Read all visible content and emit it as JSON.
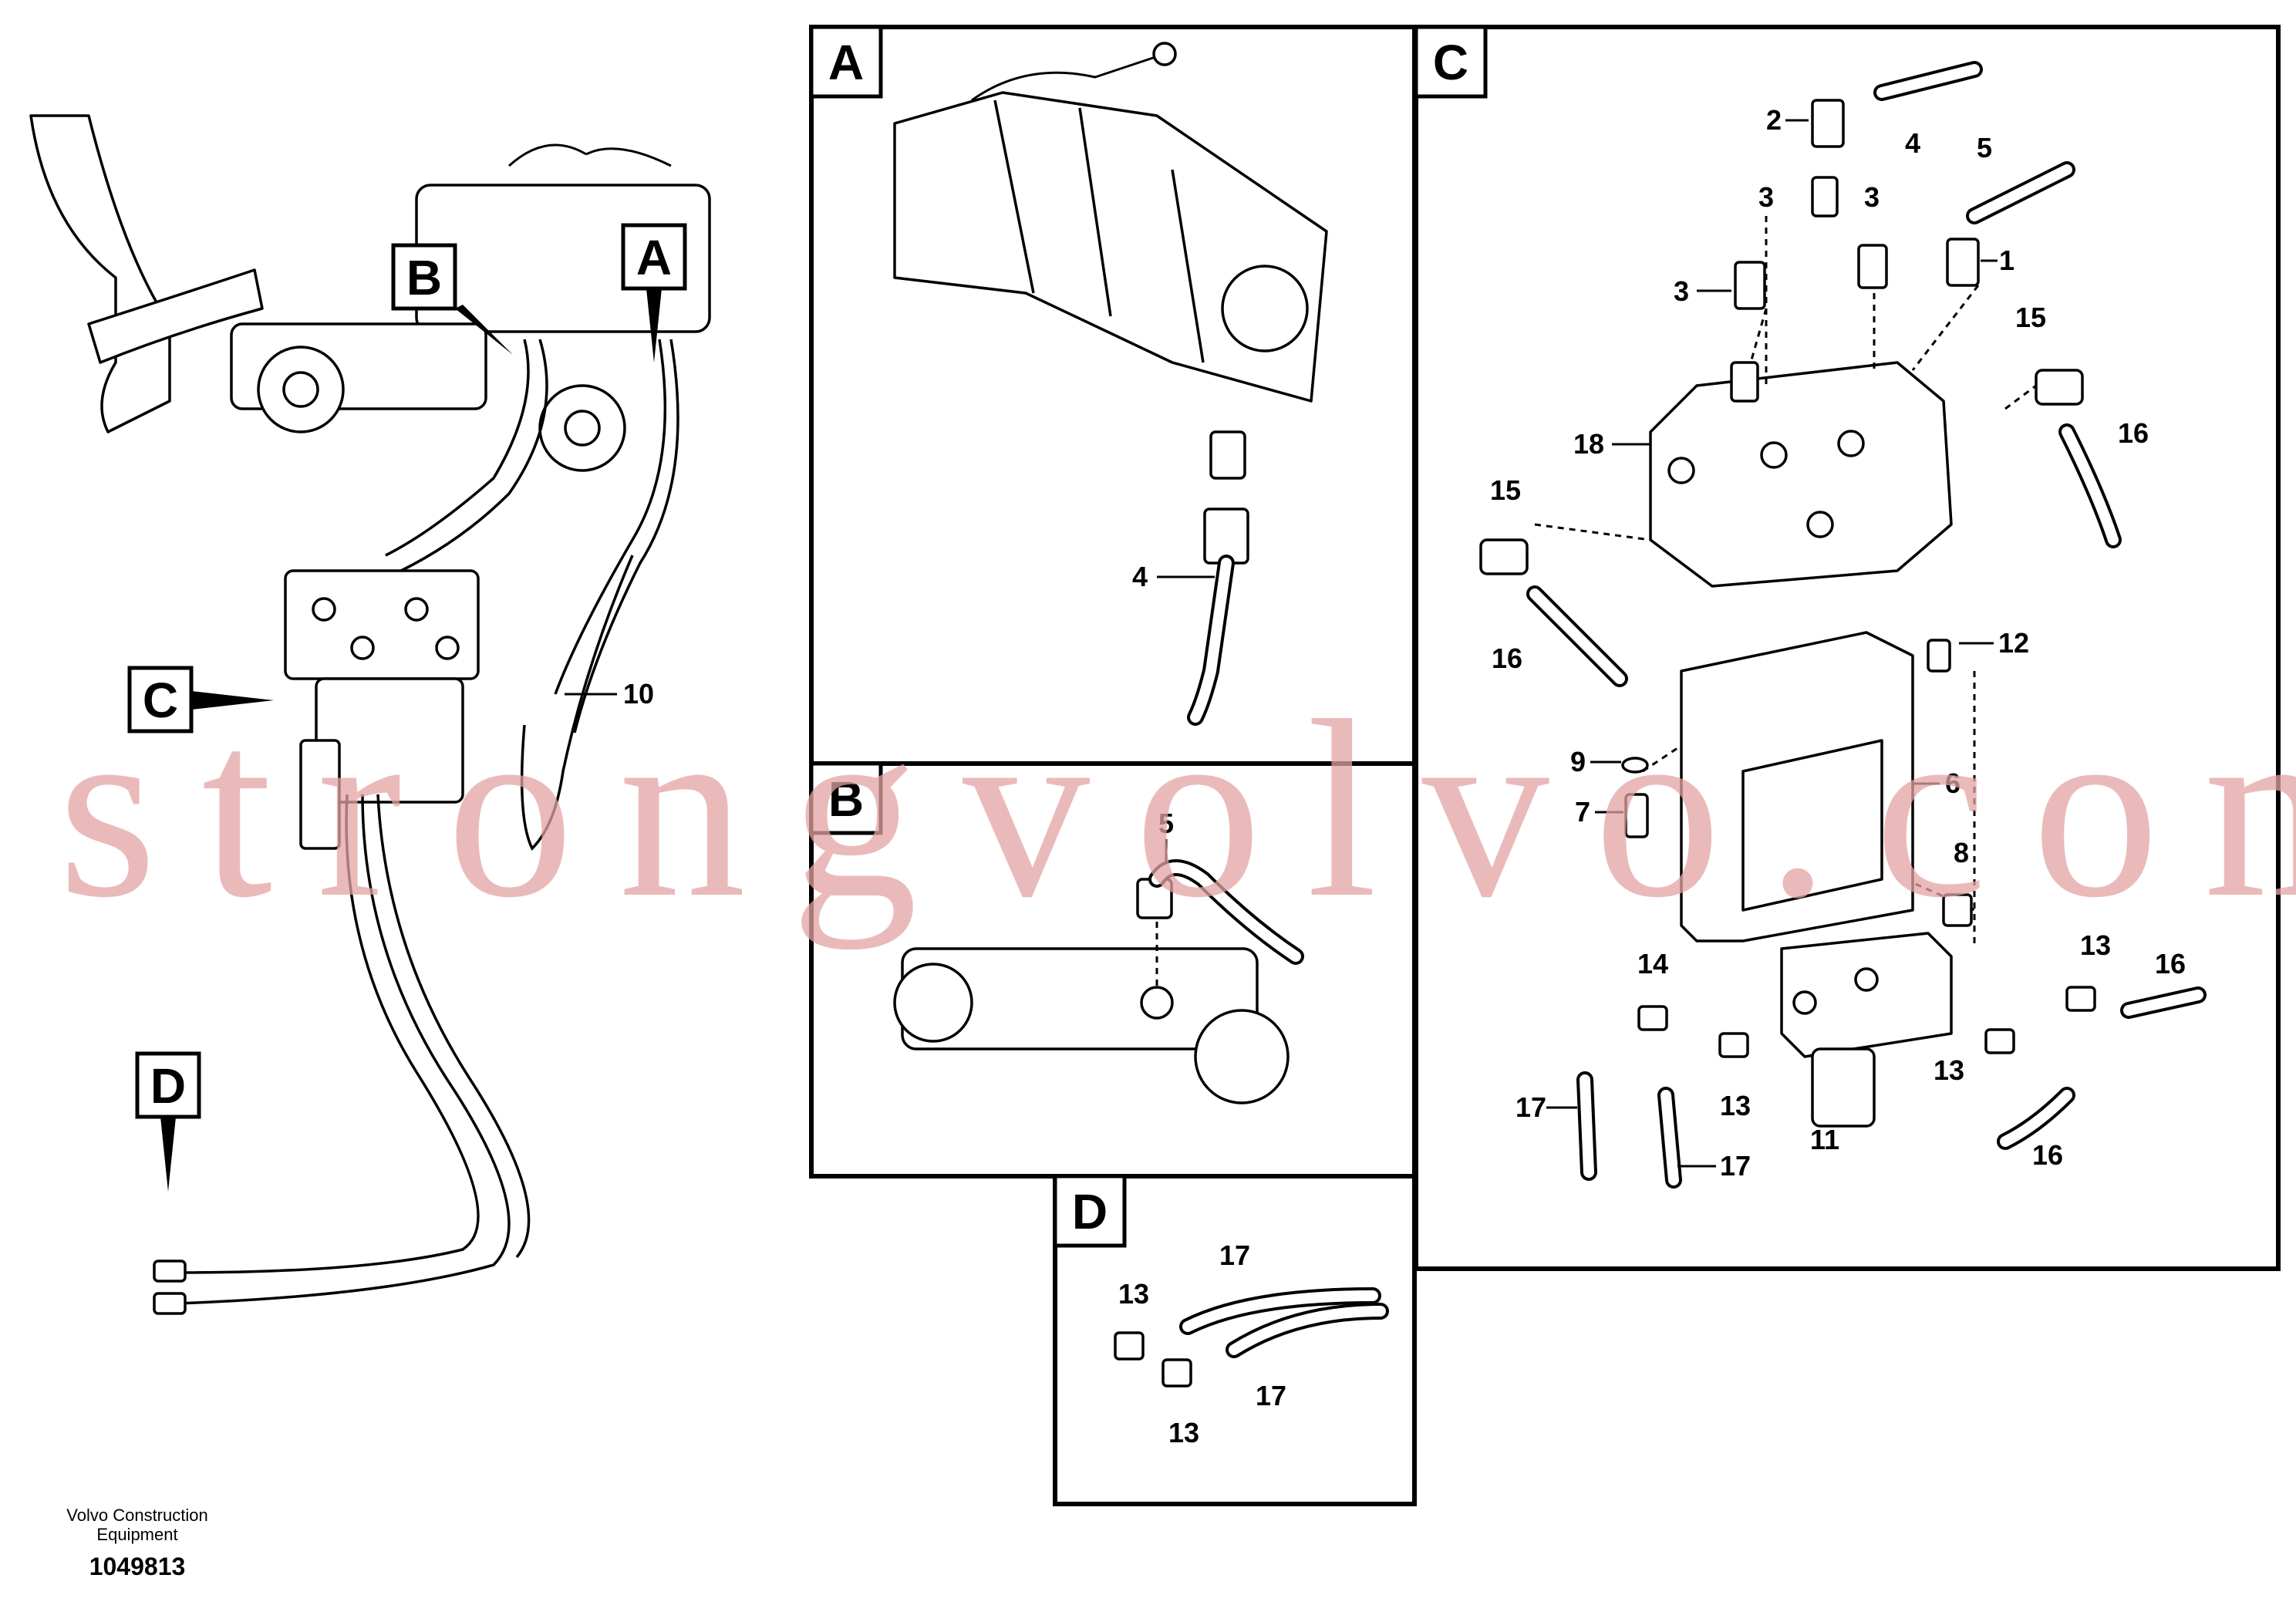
{
  "detail_tags": [
    "A",
    "B",
    "C",
    "D"
  ],
  "overview_labels": {
    "hose": "10"
  },
  "detail_a_labels": {
    "hose": "4"
  },
  "detail_b_labels": {
    "hose": "5"
  },
  "detail_c_labels": {
    "elbow_top": "2",
    "hose_top": "4",
    "hose_right": "5",
    "adapter_a": "3",
    "adapter_b": "3",
    "adapter_c": "3",
    "elbow_right": "1",
    "elbow_15_right": "15",
    "hose_16_right": "16",
    "valve": "18",
    "elbow_15_left": "15",
    "hose_16_left": "16",
    "screw_12": "12",
    "washer": "9",
    "bolt_7": "7",
    "bracket": "6",
    "bolt_8": "8",
    "nipple_14": "14",
    "nipple_13_right": "13",
    "hose_16_low": "16",
    "hose_17_left": "17",
    "nipple_13_mid": "13",
    "nipple_13_low": "13",
    "hose_17_mid": "17",
    "solenoid": "11",
    "hose_right_cut": "16"
  },
  "detail_d_labels": {
    "nipple_top": "13",
    "hose_top": "17",
    "nipple_bottom": "13",
    "hose_bottom": "17"
  },
  "watermark": "strongvolvo.com",
  "footer": {
    "company_line1": "Volvo Construction",
    "company_line2": "Equipment",
    "drawing_number": "1049813"
  }
}
